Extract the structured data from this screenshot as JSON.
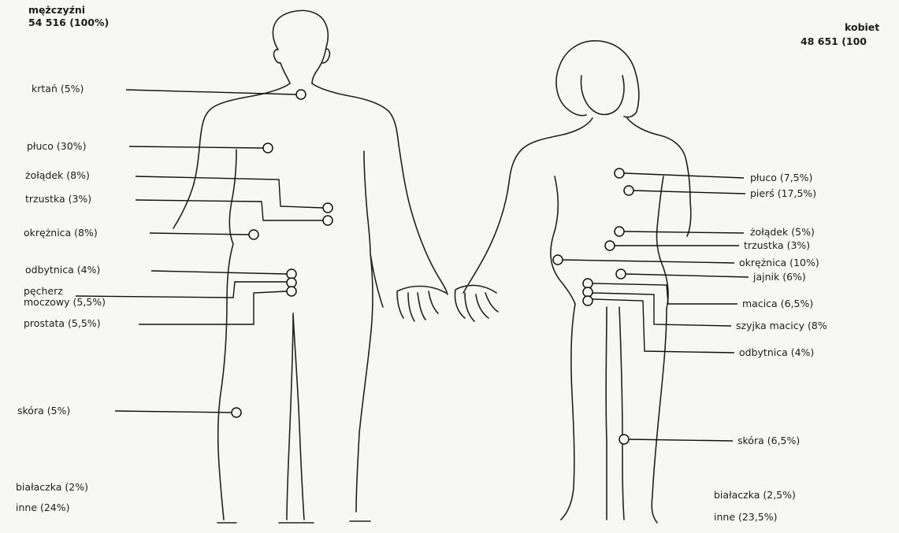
{
  "men": {
    "title": "mężczyźni",
    "total": "54 516 (100%)",
    "labels": {
      "krtan": "krtań (5%)",
      "pluco": "płuco (30%)",
      "zoladek": "żołądek (8%)",
      "trzustka": "trzustka (3%)",
      "okreznica": "okrężnica (8%)",
      "odbytnica": "odbytnica (4%)",
      "pecherz_line1": "pęcherz",
      "pecherz_line2": "moczowy (5,5%)",
      "prostata": "prostata (5,5%)",
      "skora": "skóra (5%)",
      "bialaczka": "białaczka (2%)",
      "inne": "inne (24%)"
    }
  },
  "women": {
    "title": "kobiet",
    "total": "48 651 (100",
    "labels": {
      "pluco": "płuco (7,5%)",
      "piers": "pierś (17,5%)",
      "zoladek": "żołądek (5%)",
      "trzustka": "trzustka (3%)",
      "okreznica": "okrężnica (10%)",
      "jajnik": "jajnik (6%)",
      "macica": "macica (6,5%)",
      "szyjka": "szyjka macicy (8%",
      "odbytnica": "odbytnica (4%)",
      "skora": "skóra (6,5%)",
      "bialaczka": "białaczka (2,5%)",
      "inne": "inne (23,5%)"
    }
  }
}
